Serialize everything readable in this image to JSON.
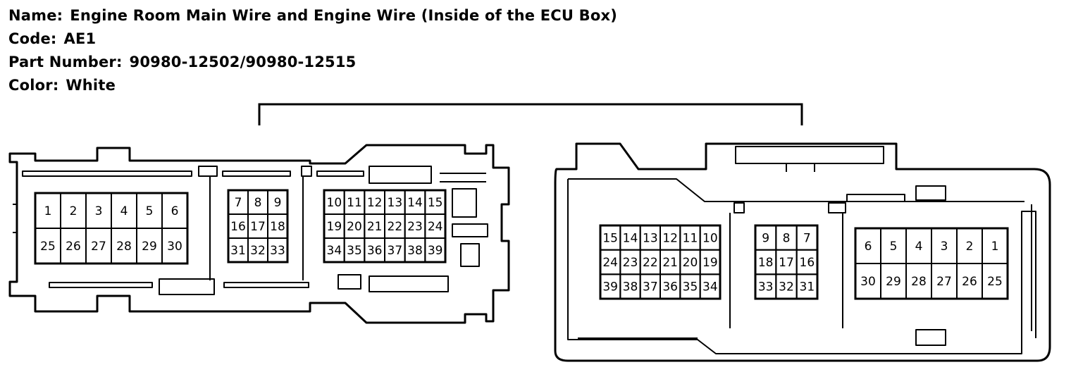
{
  "header": {
    "name_label": "Name:",
    "name_value": "Engine Room Main Wire and Engine Wire (Inside of the ECU Box)",
    "code_label": "Code:",
    "code_value": "AE1",
    "part_label": "Part Number:",
    "part_value": "90980-12502/90980-12515",
    "color_label": "Color:",
    "color_value": "White"
  },
  "connectors": {
    "left": {
      "block_a": {
        "rows": [
          [
            "1",
            "2",
            "3",
            "4",
            "5",
            "6"
          ],
          [
            "25",
            "26",
            "27",
            "28",
            "29",
            "30"
          ]
        ]
      },
      "block_b": {
        "rows": [
          [
            "7",
            "8",
            "9"
          ],
          [
            "16",
            "17",
            "18"
          ],
          [
            "31",
            "32",
            "33"
          ]
        ]
      },
      "block_c": {
        "rows": [
          [
            "10",
            "11",
            "12",
            "13",
            "14",
            "15"
          ],
          [
            "19",
            "20",
            "21",
            "22",
            "23",
            "24"
          ],
          [
            "34",
            "35",
            "36",
            "37",
            "38",
            "39"
          ]
        ]
      }
    },
    "right": {
      "block_a": {
        "rows": [
          [
            "15",
            "14",
            "13",
            "12",
            "11",
            "10"
          ],
          [
            "24",
            "23",
            "22",
            "21",
            "20",
            "19"
          ],
          [
            "39",
            "38",
            "37",
            "36",
            "35",
            "34"
          ]
        ]
      },
      "block_b": {
        "rows": [
          [
            "9",
            "8",
            "7"
          ],
          [
            "18",
            "17",
            "16"
          ],
          [
            "33",
            "32",
            "31"
          ]
        ]
      },
      "block_c": {
        "rows": [
          [
            "6",
            "5",
            "4",
            "3",
            "2",
            "1"
          ],
          [
            "30",
            "29",
            "28",
            "27",
            "26",
            "25"
          ]
        ]
      }
    }
  }
}
